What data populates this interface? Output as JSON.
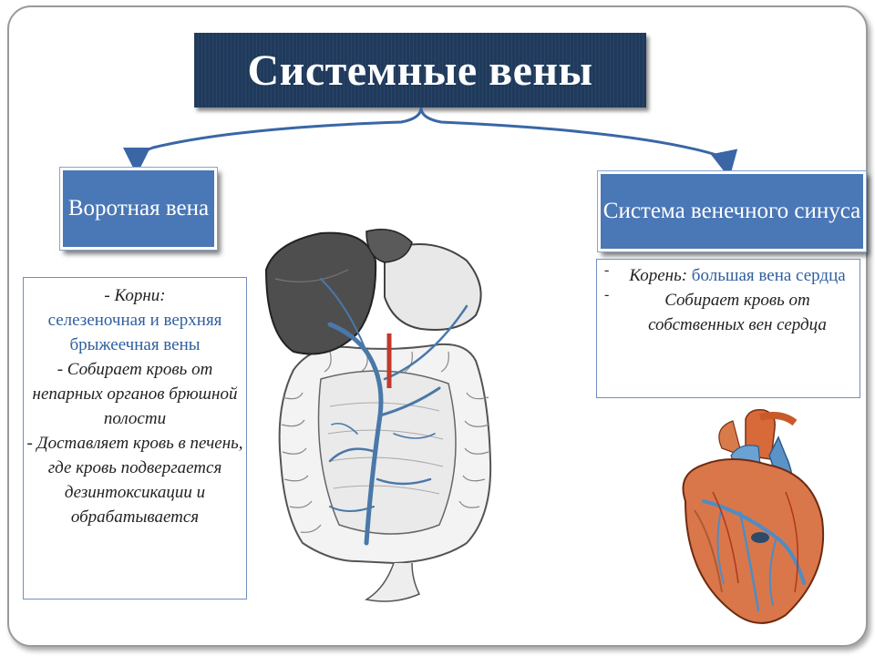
{
  "title": "Системные вены",
  "portal": {
    "label": "Воротная вена",
    "roots_prefix": "- Корни:",
    "roots_highlight": "селезеночная и верхняя брыжеечная вены",
    "collects": "- Собирает кровь от непарных органов брюшной полости",
    "delivers": "- Доставляет кровь в печень, где кровь подвергается дезинтоксикации и обрабатывается"
  },
  "coronary": {
    "label": "Система венечного синуса",
    "root_prefix": "Корень:",
    "root_highlight": "большая вена сердца",
    "collects": "Собирает кровь от собственных вен сердца",
    "bullet_1": "-",
    "bullet_2": "-"
  },
  "illustrations": {
    "abdomen": "abdominal-organs-portal-vein-illustration",
    "heart": "heart-coronary-veins-illustration"
  },
  "colors": {
    "title_bg": "#1f3a5c",
    "box_bg": "#4a77b6",
    "highlight_text": "#2f5f9f",
    "arrow": "#3a66a6"
  }
}
